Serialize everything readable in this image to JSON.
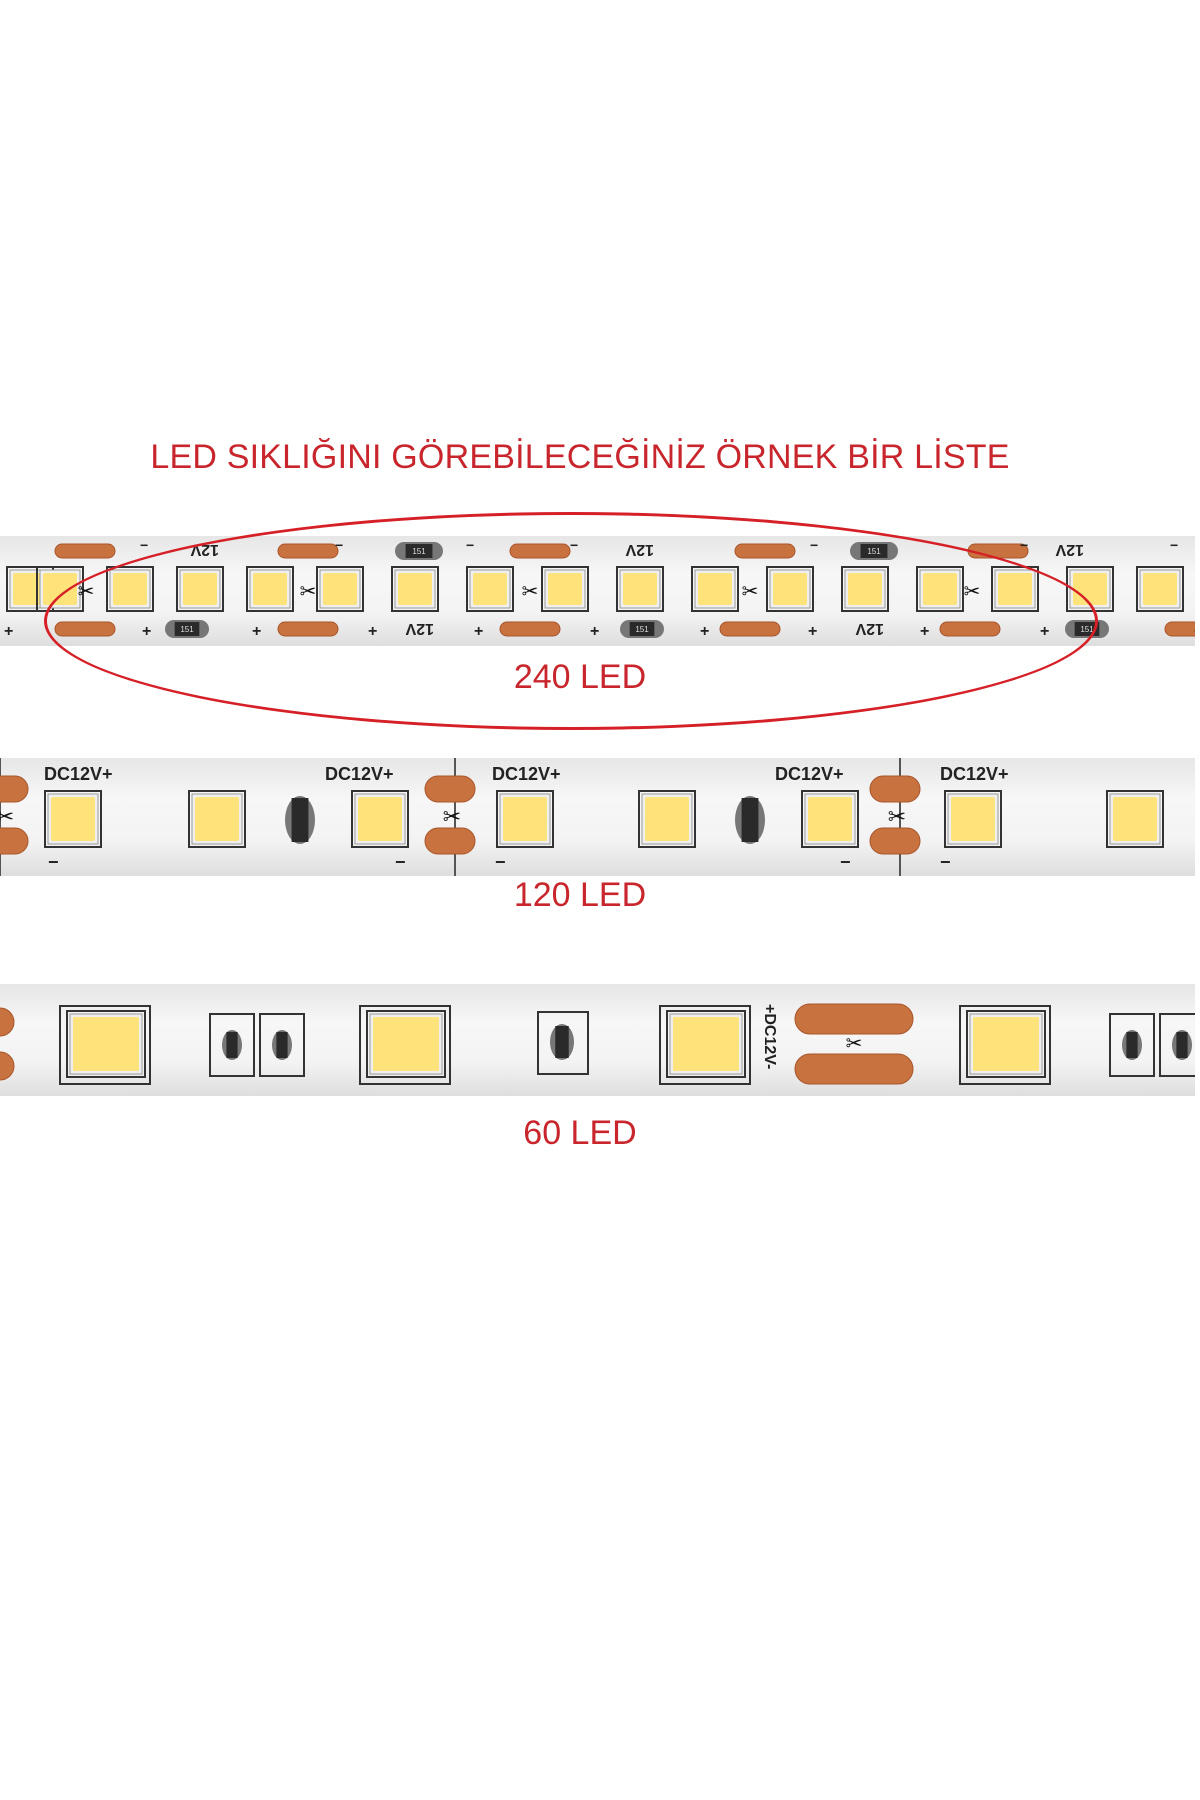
{
  "heading": "LED SIKLIĞINI GÖREBİLECEĞİNİZ ÖRNEK BİR LİSTE",
  "strips": [
    {
      "label": "240 LED",
      "leds_per_meter": 240,
      "marking": "12V",
      "resistor_code": "151",
      "plus": "+",
      "minus": "−"
    },
    {
      "label": "120 LED",
      "leds_per_meter": 120,
      "marking": "DC12V+",
      "minus": "−"
    },
    {
      "label": "60 LED",
      "leds_per_meter": 60,
      "marking": "+DC12V-"
    }
  ],
  "colors": {
    "text": "#c8262c",
    "oval": "#d62027",
    "led": "#fde37a",
    "pad": "#c8723f",
    "pcb": "#f3f3f3"
  },
  "icons": [
    "scissors-icon"
  ]
}
